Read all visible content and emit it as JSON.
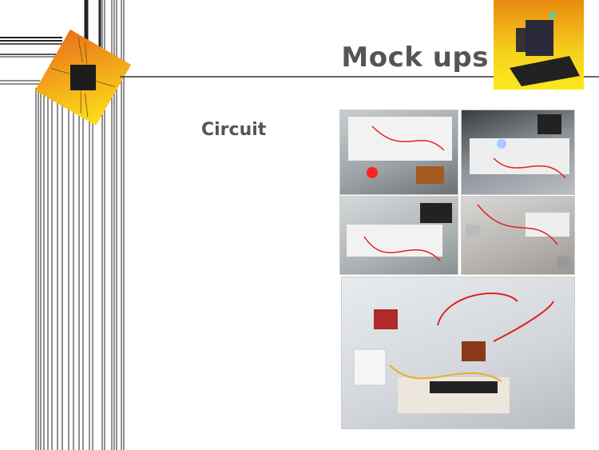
{
  "slide": {
    "title": "Mock ups",
    "subtitle": "Circuit"
  },
  "images": {
    "robot": "robot-on-tracks-logo",
    "chip": "circuit-chip-graphic",
    "photos": [
      "breadboard-with-red-led",
      "breadboard-with-blue-led",
      "breadboard-with-battery",
      "motors-and-wires",
      "assembled-circuit-board"
    ]
  },
  "colors": {
    "title": "#555555",
    "accent_orange": "#e98a10",
    "accent_yellow": "#fbe81e"
  }
}
